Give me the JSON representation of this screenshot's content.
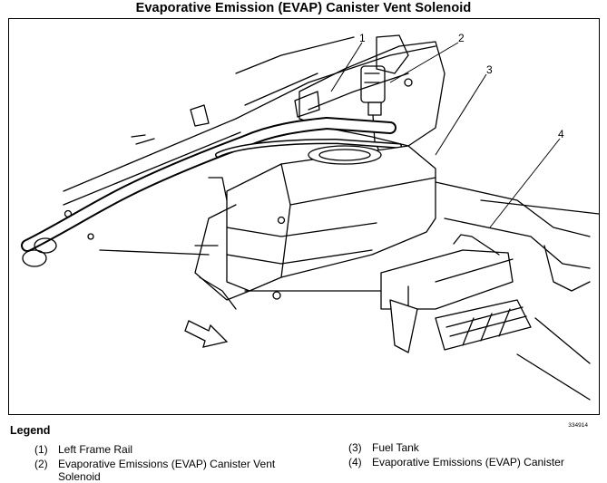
{
  "title": "Evaporative Emission (EVAP) Canister Vent Solenoid",
  "figure": {
    "code": "334914",
    "callouts": [
      "1",
      "2",
      "3",
      "4"
    ],
    "arrow_icon": "forward-direction-arrow"
  },
  "legend": {
    "heading": "Legend",
    "items": [
      {
        "num": "(1)",
        "label": "Left Frame Rail"
      },
      {
        "num": "(2)",
        "label": "Evaporative Emissions (EVAP) Canister Vent Solenoid"
      },
      {
        "num": "(3)",
        "label": "Fuel Tank"
      },
      {
        "num": "(4)",
        "label": "Evaporative Emissions (EVAP) Canister"
      }
    ]
  }
}
